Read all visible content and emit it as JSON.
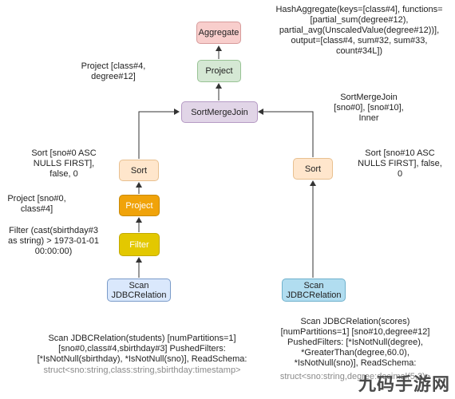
{
  "colors": {
    "aggregate": {
      "fill": "#f8cecc",
      "stroke": "#d79b9b"
    },
    "project_top": {
      "fill": "#d5e8d4",
      "stroke": "#98c394"
    },
    "sortmergejoin": {
      "fill": "#e1d5e7",
      "stroke": "#b59ac4"
    },
    "sort": {
      "fill": "#ffe6cc",
      "stroke": "#e8c090"
    },
    "project_orange": {
      "fill": "#f0a30a",
      "stroke": "#c98a07",
      "text": "#ffffff"
    },
    "filter": {
      "fill": "#e3c800",
      "stroke": "#c2a900",
      "text": "#ffffff"
    },
    "scan_left": {
      "fill": "#dae8fc",
      "stroke": "#7a9bc9"
    },
    "scan_right": {
      "fill": "#b1ddf0",
      "stroke": "#6fb1cc"
    },
    "edge": "#333333"
  },
  "nodes": {
    "aggregate": "Aggregate",
    "project_top": "Project",
    "sortmergejoin": "SortMergeJoin",
    "sort_left": "Sort",
    "sort_right": "Sort",
    "project_left": "Project",
    "filter": "Filter",
    "scan_left": "Scan\nJDBCRelation",
    "scan_right": "Scan\nJDBCRelation"
  },
  "annotations": {
    "hash_aggregate": "HashAggregate(keys=[class#4], functions=\n[partial_sum(degree#12),\npartial_avg(UnscaledValue(degree#12))],\noutput=[class#4, sum#32, sum#33,\ncount#34L])",
    "project_top": "Project [class#4,\ndegree#12]",
    "sortmergejoin": "SortMergeJoin\n[sno#0], [sno#10],\nInner",
    "sort_left": "Sort [sno#0 ASC\nNULLS FIRST],\nfalse, 0",
    "sort_right": "Sort [sno#10 ASC\nNULLS FIRST], false,\n0",
    "project_left": "Project [sno#0,\nclass#4]",
    "filter": "Filter (cast(sbirthday#3\nas string) > 1973-01-01\n00:00:00)",
    "scan_left": "Scan JDBCRelation(students) [numPartitions=1]\n[sno#0,class#4,sbirthday#3] PushedFilters:\n[*IsNotNull(sbirthday), *IsNotNull(sno)], ReadSchema:",
    "scan_left_schema": "struct<sno:string,class:string,sbirthday:timestamp>",
    "scan_right": "Scan JDBCRelation(scores)\n[numPartitions=1] [sno#10,degree#12]\nPushedFilters: [*IsNotNull(degree),\n*GreaterThan(degree,60.0),\n*IsNotNull(sno)], ReadSchema:",
    "scan_right_schema": "struct<sno:string,degree:decimal(5,2)>"
  },
  "watermark": "九码手游网"
}
